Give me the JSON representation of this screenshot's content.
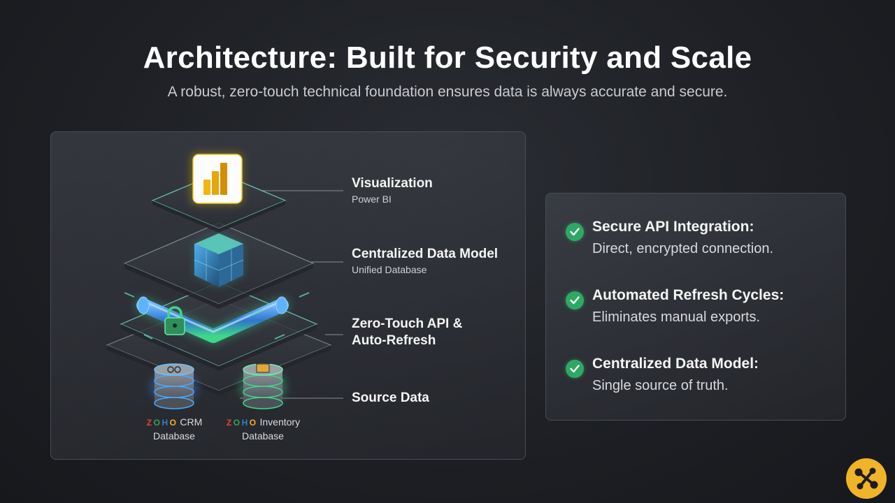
{
  "header": {
    "title": "Architecture: Built for Security and Scale",
    "subtitle": "A robust, zero-touch technical foundation ensures data is always accurate and secure."
  },
  "architecture": {
    "layers": [
      {
        "title": "Visualization",
        "subtitle": "Power BI"
      },
      {
        "title": "Centralized Data Model",
        "subtitle": "Unified Database"
      },
      {
        "title": "Zero-Touch API &",
        "title2": "Auto-Refresh"
      },
      {
        "title": "Source Data"
      }
    ],
    "sources": [
      {
        "brand": "ZOHO",
        "name": "CRM",
        "line2": "Database"
      },
      {
        "brand": "ZOHO",
        "name": "Inventory",
        "line2": "Database"
      }
    ]
  },
  "features": [
    {
      "title": "Secure API Integration:",
      "desc": "Direct, encrypted connection."
    },
    {
      "title": "Automated Refresh Cycles:",
      "desc": "Eliminates manual exports."
    },
    {
      "title": "Centralized Data Model:",
      "desc": "Single source of truth."
    }
  ],
  "colors": {
    "accent_green": "#2fa866",
    "glow_cyan": "#3fd6c8",
    "powerbi_yellow": "#f2c811",
    "badge_yellow": "#f0b428"
  },
  "icons": {
    "powerbi": "bar-chart-icon",
    "data_model": "cube-icon",
    "api": "pipe-lock-icon",
    "database": "database-icon",
    "check": "check-circle-icon",
    "logo": "molecule-logo-icon"
  }
}
